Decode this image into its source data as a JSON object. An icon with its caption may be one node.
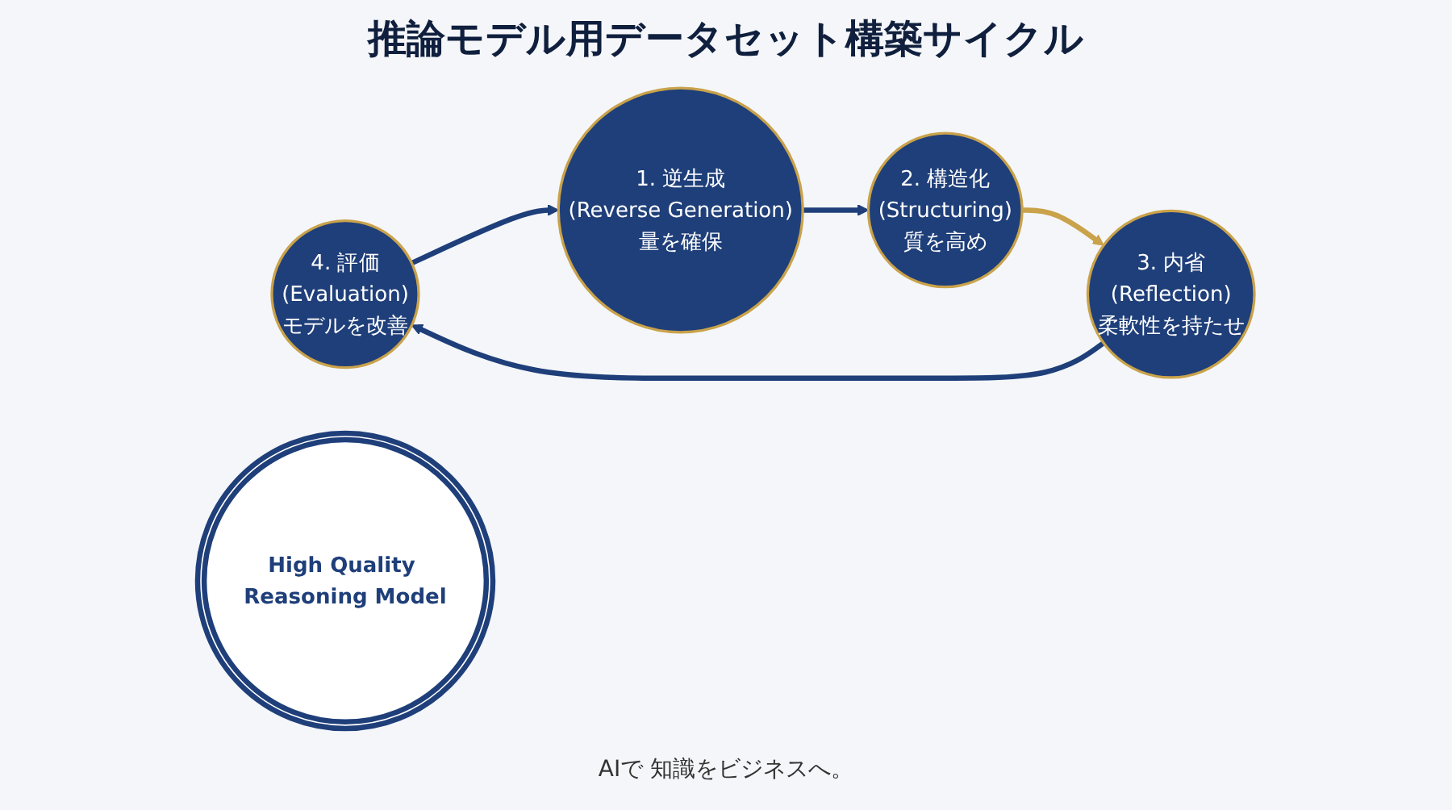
{
  "diagram": {
    "title": "推論モデル用データセット構築サイクル",
    "nodes": [
      {
        "text": [
          "4. 評価",
          "(Evaluation)",
          "モデルを改善"
        ]
      },
      {
        "text": [
          "1. 逆生成",
          "(Reverse Generation)",
          "量を確保"
        ]
      },
      {
        "text": [
          "High Quality Reasoning Model"
        ]
      },
      {
        "text": [
          "3. 内省",
          "(Reflection)",
          "柔軟性を持たせ"
        ]
      },
      {
        "text": [
          "2. 構造化",
          "(Structuring)",
          "質を高め"
        ]
      }
    ],
    "edges": [
      {
        "from": 0,
        "to": 1,
        "arrow": "to"
      },
      {
        "from": 1,
        "to": 4,
        "arrow": "to"
      },
      {
        "from": 4,
        "to": 3,
        "arrow": "to",
        "color": "#c9a24a"
      },
      {
        "from": 3,
        "to": 0,
        "arrow": "to"
      }
    ],
    "labels": [
      "AIで 知識をビジネスへ。"
    ]
  }
}
